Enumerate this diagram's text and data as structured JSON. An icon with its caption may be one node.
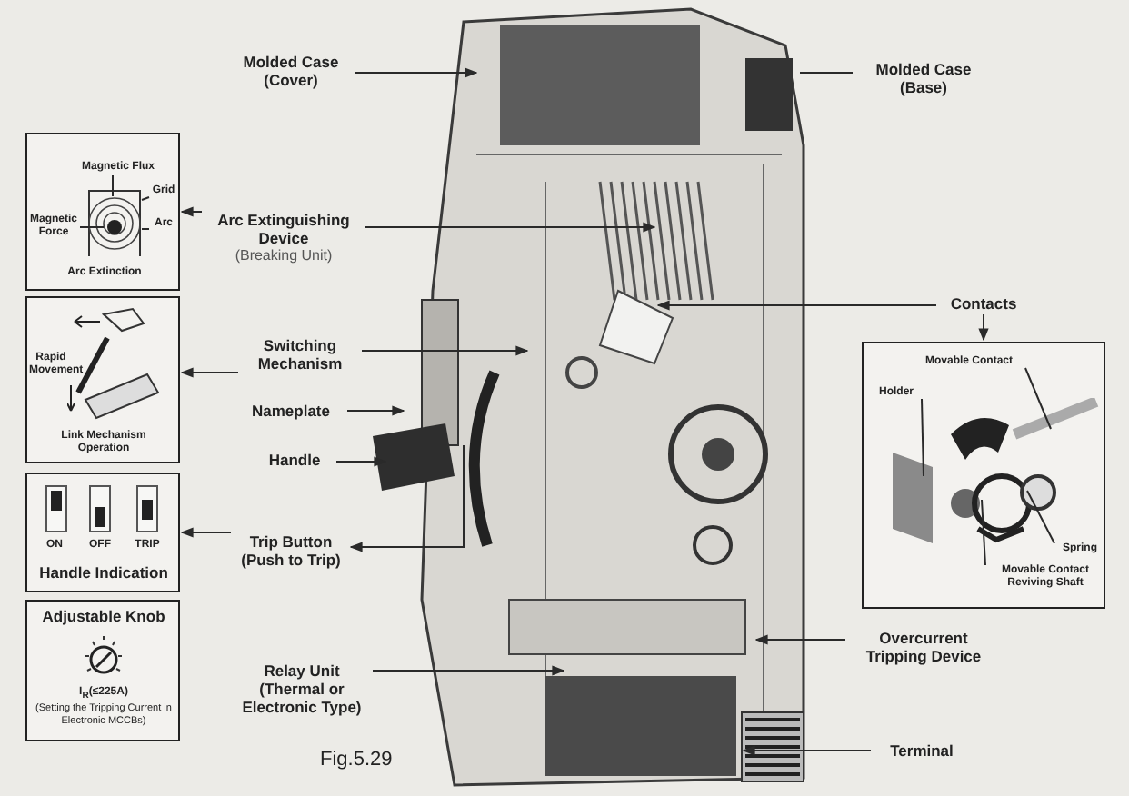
{
  "diagram": {
    "caption": "Fig.5.29",
    "nodes": [
      {
        "text": [],
        "shape": "picture"
      },
      {
        "text": [
          "Molded Case",
          "(Cover)"
        ]
      },
      {
        "text": [
          "Molded Case",
          "(Base)"
        ]
      },
      {
        "text": [
          "Arc Extinction"
        ]
      },
      {
        "text": [],
        "shape": "picture",
        "in": 3
      },
      {
        "text": [
          "Magnetic Flux"
        ],
        "in": 3
      },
      {
        "text": [
          "Grid"
        ],
        "in": 3
      },
      {
        "text": [
          "Arc"
        ],
        "in": 3
      },
      {
        "text": [
          "Magnetic Force"
        ],
        "in": 3
      },
      {
        "text": [
          "Arc Extinguishing Device",
          "(Breaking Unit)"
        ]
      },
      {
        "text": [
          "Rapid Movement",
          "Link Mechanism Operation"
        ]
      },
      {
        "text": [
          "Switching Mechanism"
        ]
      },
      {
        "text": [
          "Nameplate"
        ]
      },
      {
        "text": [
          "Handle"
        ]
      },
      {
        "text": [
          "ON",
          "OFF",
          "TRIP",
          "Handle Indication"
        ]
      },
      {
        "text": [
          "Trip Button",
          "(Push to Trip)"
        ]
      },
      {
        "text": [
          "Adjustable Knob",
          "I$_{R}$(≤225A)",
          "(Setting the Tripping Current in Electronic MCCBs)"
        ]
      },
      {
        "text": [
          "Relay Unit",
          "(Thermal or Electronic Type)"
        ]
      },
      {
        "text": [
          "Contacts"
        ]
      },
      {
        "text": [],
        "shape": "box"
      },
      {
        "text": [],
        "shape": "picture",
        "in": 19
      },
      {
        "text": [
          "Movable Contact"
        ],
        "in": 19
      },
      {
        "text": [
          "Holder"
        ],
        "in": 19
      },
      {
        "text": [
          "Spring"
        ],
        "in": 19
      },
      {
        "text": [
          "Movable Contact Reviving Shaft"
        ],
        "in": 19
      },
      {
        "text": [
          "Overcurrent Tripping Device"
        ]
      },
      {
        "text": [
          "Terminal"
        ]
      }
    ],
    "edges": [
      {
        "from": 1,
        "to": 0,
        "arrow": "to"
      },
      {
        "from": 2,
        "to": 0,
        "arrow": "none"
      },
      {
        "from": 9,
        "to": 3,
        "arrow": "to"
      },
      {
        "from": 9,
        "to": 0,
        "arrow": "to"
      },
      {
        "from": 5,
        "to": 4,
        "arrow": "none"
      },
      {
        "from": 6,
        "to": 4,
        "arrow": "none"
      },
      {
        "from": 7,
        "to": 4,
        "arrow": "none"
      },
      {
        "from": 8,
        "to": 4,
        "arrow": "none"
      },
      {
        "from": 11,
        "to": 10,
        "arrow": "to"
      },
      {
        "from": 11,
        "to": 0,
        "arrow": "to"
      },
      {
        "from": 12,
        "to": 0,
        "arrow": "to"
      },
      {
        "from": 13,
        "to": 0,
        "arrow": "to"
      },
      {
        "from": 15,
        "to": 14,
        "arrow": "to"
      },
      {
        "from": 0,
        "to": 15,
        "arrow": "to"
      },
      {
        "from": 17,
        "to": 0,
        "arrow": "to"
      },
      {
        "from": 18,
        "to": 0,
        "arrow": "to"
      },
      {
        "from": 18,
        "to": 19,
        "arrow": "to"
      },
      {
        "from": 21,
        "to": 20,
        "arrow": "none"
      },
      {
        "from": 22,
        "to": 20,
        "arrow": "none"
      },
      {
        "from": 23,
        "to": 20,
        "arrow": "none"
      },
      {
        "from": 24,
        "to": 20,
        "arrow": "none"
      },
      {
        "from": 25,
        "to": 0,
        "arrow": "to"
      },
      {
        "from": 26,
        "to": 0,
        "arrow": "to"
      }
    ]
  }
}
